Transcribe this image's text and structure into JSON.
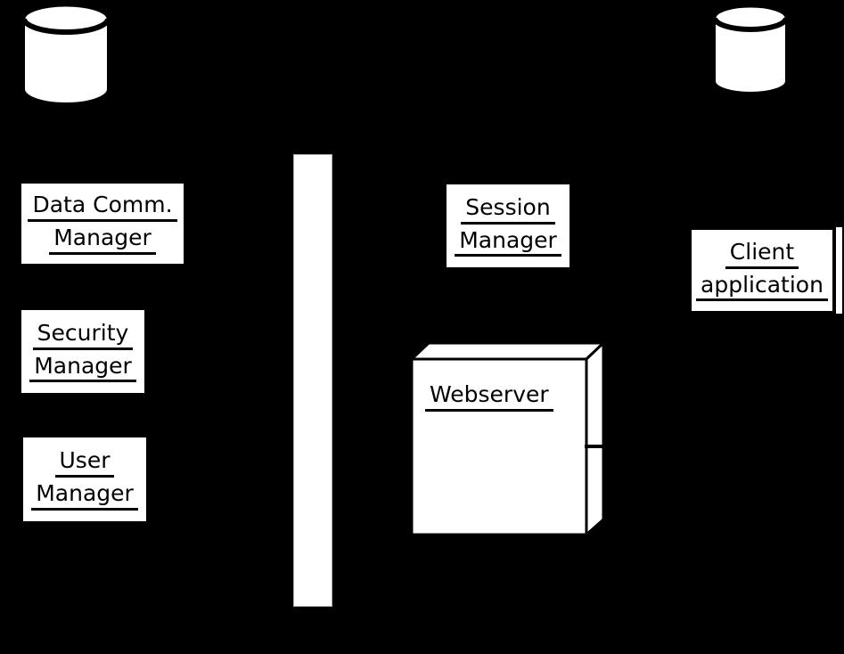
{
  "diagram": {
    "kind": "uml-deployment-diagram",
    "colors": {
      "background": "#000000",
      "shape_fill": "#ffffff",
      "shape_stroke": "#000000",
      "text_color": "#000000",
      "bar_border": "#aaaaaa"
    },
    "nodes": {
      "database_left": {
        "shape": "database-cylinder"
      },
      "database_right": {
        "shape": "database-cylinder"
      },
      "data_comm_manager": {
        "shape": "object-box",
        "lines": [
          "Data Comm.",
          "Manager"
        ]
      },
      "security_manager": {
        "shape": "object-box",
        "lines": [
          "Security",
          "Manager"
        ]
      },
      "user_manager": {
        "shape": "object-box",
        "lines": [
          "User",
          "Manager"
        ]
      },
      "session_manager": {
        "shape": "object-box",
        "lines": [
          "Session",
          "Manager"
        ]
      },
      "client_application": {
        "shape": "object-box",
        "lines": [
          "Client",
          "application"
        ]
      },
      "webserver": {
        "shape": "node-3d-box",
        "label": "Webserver"
      },
      "activation_bar": {
        "shape": "vertical-activation-bar"
      }
    }
  }
}
